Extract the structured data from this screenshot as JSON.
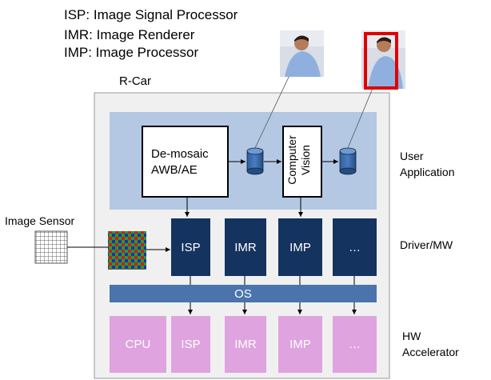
{
  "legend": [
    "ISP: Image Signal Processor",
    "IMR: Image Renderer",
    "IMP: Image Processor"
  ],
  "soc_label": "R-Car",
  "sensor_label": "Image Sensor",
  "demosaic": {
    "line1": "De-mosaic",
    "line2": "AWB/AE"
  },
  "cv_label": {
    "line1": "Computer",
    "line2": "Vision"
  },
  "drivers": [
    "ISP",
    "IMR",
    "IMP",
    "…"
  ],
  "os_label": "OS",
  "hw": [
    "CPU",
    "ISP",
    "IMR",
    "IMP",
    "…"
  ],
  "layers": {
    "user_app": {
      "line1": "User",
      "line2": "Application"
    },
    "driver": "Driver/MW",
    "hw_acc": {
      "line1": "HW",
      "line2": "Accelerator"
    }
  },
  "colors": {
    "user_panel": "#b4c8e4",
    "soc_bg": "#f0f0f0",
    "driver_box": "#15335f",
    "os_bar": "#4a74ab",
    "hw_box": "#dfa3df",
    "highlight": "#e00000"
  }
}
